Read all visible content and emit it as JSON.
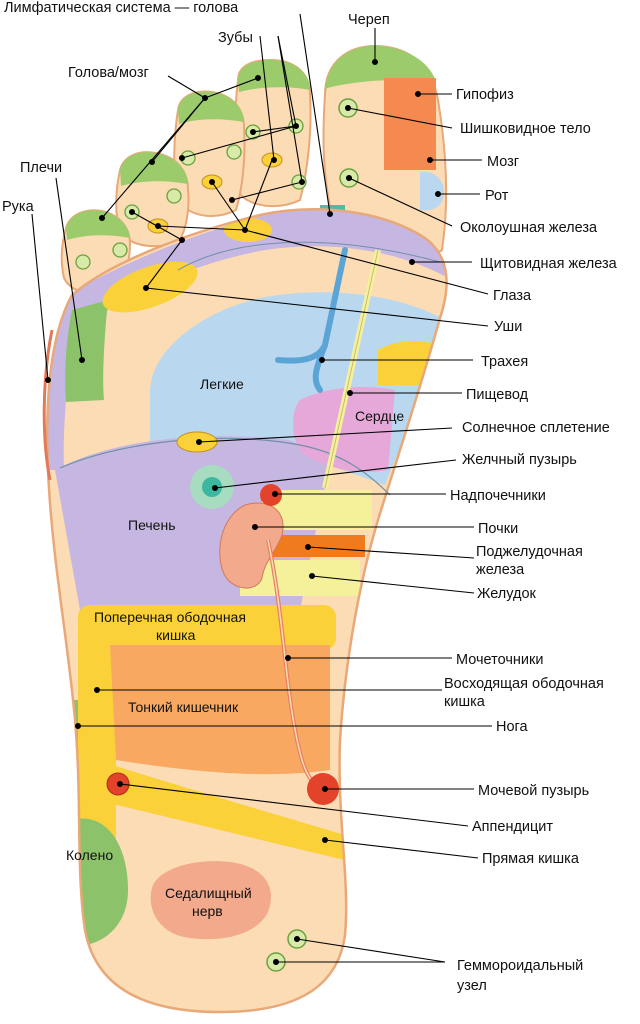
{
  "labels": {
    "lymph_head": "Лимфатическая система — голова",
    "teeth": "Зубы",
    "skull": "Череп",
    "head_brain": "Голова/мозг",
    "pituitary": "Гипофиз",
    "pineal": "Шишковидное тело",
    "shoulders": "Плечи",
    "brain": "Мозг",
    "mouth": "Рот",
    "arm": "Рука",
    "parotid": "Околоушная железа",
    "thyroid": "Щитовидная железа",
    "eyes": "Глаза",
    "ears": "Уши",
    "trachea": "Трахея",
    "lungs": "Легкие",
    "esophagus": "Пищевод",
    "heart": "Сердце",
    "solar_plexus": "Солнечное сплетение",
    "gallbladder": "Желчный пузырь",
    "adrenals": "Надпочечники",
    "liver": "Печень",
    "kidneys": "Почки",
    "pancreas_1": "Поджелудочная",
    "pancreas_2": "железа",
    "stomach": "Желудок",
    "transverse_colon_1": "Поперечная ободочная",
    "transverse_colon_2": "кишка",
    "ureters": "Мочеточники",
    "ascending_colon_1": "Восходящая ободочная",
    "ascending_colon_2": "кишка",
    "small_intestine": "Тонкий кишечник",
    "leg": "Нога",
    "bladder": "Мочевой пузырь",
    "appendix": "Аппендицит",
    "knee": "Колено",
    "rectum": "Прямая кишка",
    "sciatic_1": "Седалищный",
    "sciatic_2": "нерв",
    "hemorrhoid_1": "Геммороидальный",
    "hemorrhoid_2": "узел"
  },
  "colors": {
    "skin": "#fbdcb4",
    "skin_outline": "#e8a878",
    "toe_tip_green": "#9ccb6c",
    "green_zone": "#8bc26a",
    "lavender": "#c6b6e2",
    "lung_blue": "#b9d8ef",
    "trachea_blue": "#5ba5d6",
    "heart_pink": "#e6a8d8",
    "yellow": "#fbd13a",
    "orange": "#f7943c",
    "kidney_pink": "#f2a98c",
    "pancreas_orange": "#f07a1e",
    "stomach_yellow": "#f4f19a",
    "small_intestine_orange": "#f8a860",
    "appendix_red": "#e2432a",
    "teal": "#3cb8a0",
    "pituitary_orange": "#f48a50",
    "mouth_blue": "#b9d8ef"
  }
}
